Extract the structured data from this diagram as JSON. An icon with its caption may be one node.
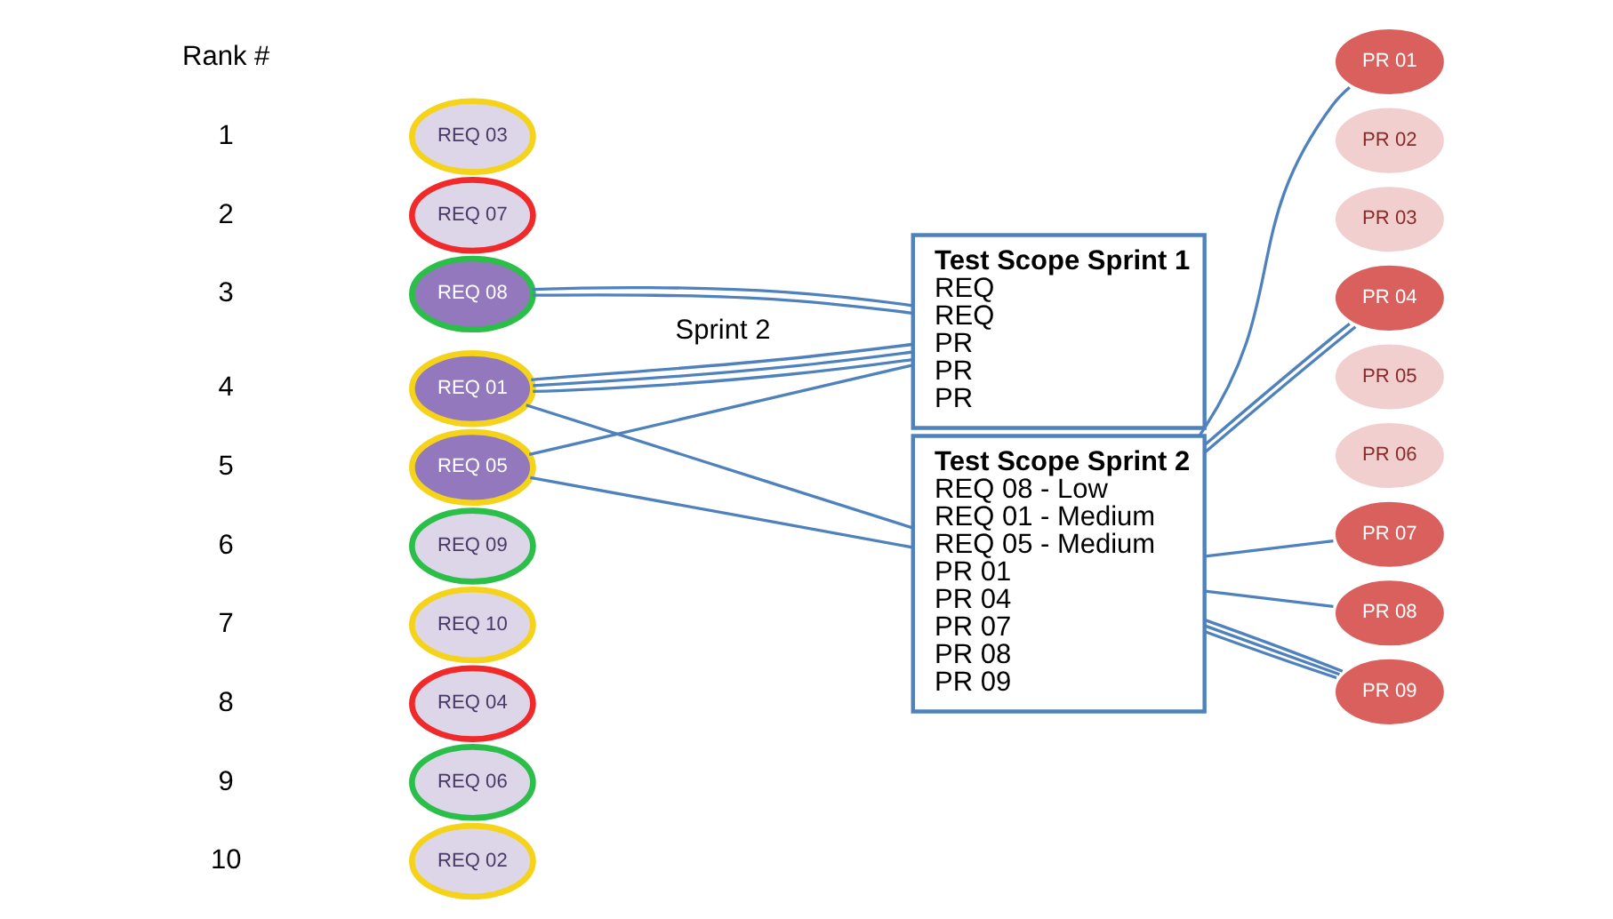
{
  "diagram": {
    "nodes": [
      {
        "text": [
          "REQ 03"
        ]
      },
      {
        "text": [
          "REQ 07"
        ]
      },
      {
        "text": [
          "REQ 08"
        ]
      },
      {
        "text": [
          "REQ 01"
        ]
      },
      {
        "text": [
          "REQ 05"
        ]
      },
      {
        "text": [
          "REQ 09"
        ]
      },
      {
        "text": [
          "REQ 10"
        ]
      },
      {
        "text": [
          "REQ 04"
        ]
      },
      {
        "text": [
          "REQ 06"
        ]
      },
      {
        "text": [
          "REQ 02"
        ]
      },
      {
        "text": [
          "Test Scope Sprint 1",
          "REQ",
          "REQ",
          "PR",
          "PR",
          "PR"
        ]
      },
      {
        "text": [
          "Test Scope Sprint 2",
          "REQ 08 - Low",
          "REQ 01 - Medium",
          "REQ 05 - Medium",
          "PR 01",
          "PR 04",
          "PR 07",
          "PR 08",
          "PR 09"
        ]
      },
      {
        "text": [
          "PR 01"
        ]
      },
      {
        "text": [
          "PR 02"
        ]
      },
      {
        "text": [
          "PR 03"
        ]
      },
      {
        "text": [
          "PR 04"
        ]
      },
      {
        "text": [
          "PR 05"
        ]
      },
      {
        "text": [
          "PR 06"
        ]
      },
      {
        "text": [
          "PR 07"
        ]
      },
      {
        "text": [
          "PR 08"
        ]
      },
      {
        "text": [
          "PR 09"
        ]
      }
    ],
    "edges": [
      {
        "from": 2,
        "to": 10,
        "arrow": "none"
      },
      {
        "from": 2,
        "to": 10,
        "arrow": "none"
      },
      {
        "from": 3,
        "to": 10,
        "arrow": "none"
      },
      {
        "from": 3,
        "to": 10,
        "arrow": "none"
      },
      {
        "from": 3,
        "to": 10,
        "arrow": "none"
      },
      {
        "from": 3,
        "to": 11,
        "arrow": "none"
      },
      {
        "from": 4,
        "to": 10,
        "arrow": "none"
      },
      {
        "from": 4,
        "to": 11,
        "arrow": "none"
      },
      {
        "from": 11,
        "to": 12,
        "arrow": "none"
      },
      {
        "from": 11,
        "to": 15,
        "arrow": "none"
      },
      {
        "from": 11,
        "to": 15,
        "arrow": "none"
      },
      {
        "from": 11,
        "to": 18,
        "arrow": "none"
      },
      {
        "from": 11,
        "to": 19,
        "arrow": "none"
      },
      {
        "from": 11,
        "to": 20,
        "arrow": "none"
      },
      {
        "from": 11,
        "to": 20,
        "arrow": "none"
      },
      {
        "from": 11,
        "to": 20,
        "arrow": "none"
      }
    ],
    "labels": [
      "Rank #",
      "1",
      "2",
      "3",
      "4",
      "5",
      "6",
      "7",
      "8",
      "9",
      "10",
      "Sprint 2"
    ]
  }
}
